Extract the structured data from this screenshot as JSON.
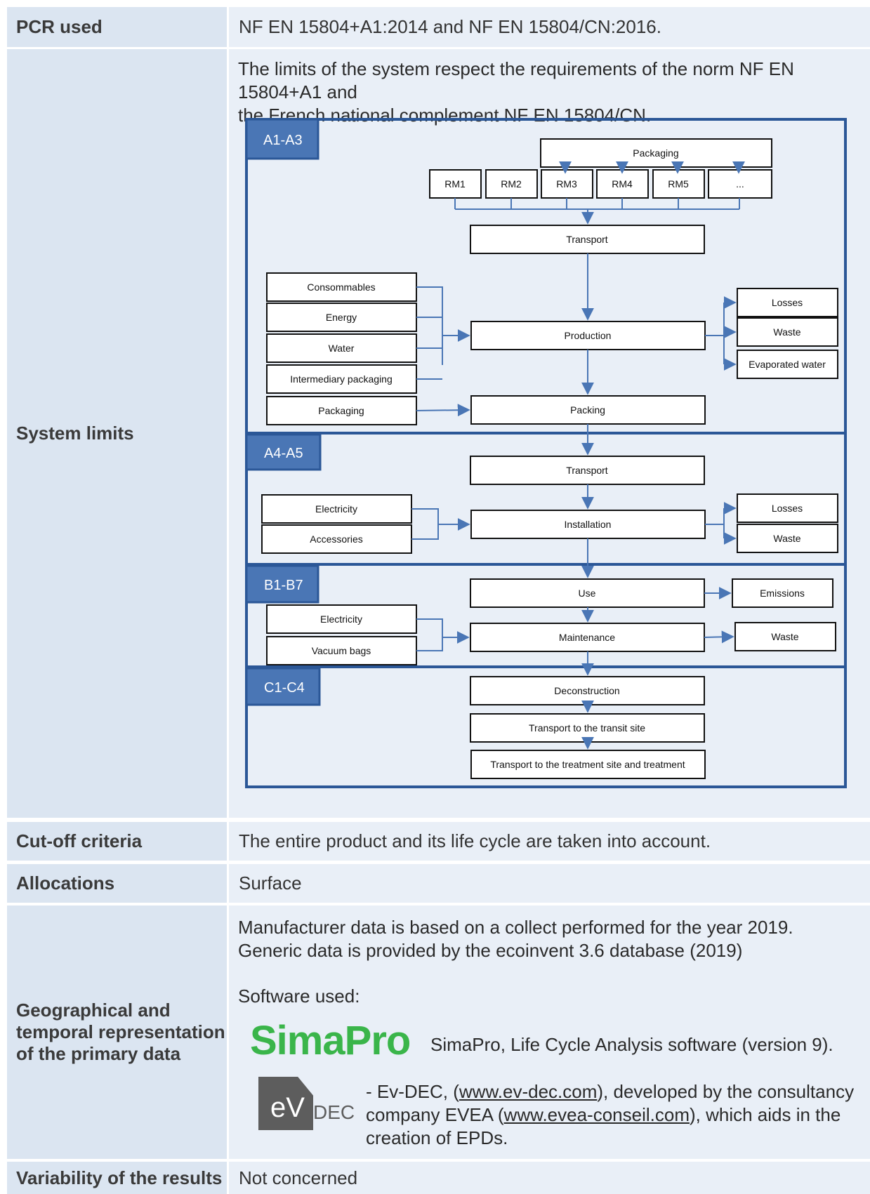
{
  "rows": {
    "pcr": {
      "label": "PCR used",
      "value": "NF EN 15804+A1:2014 and NF EN 15804/CN:2016."
    },
    "system": {
      "label": "System limits",
      "text_line1": "The limits of the system respect the requirements of the norm NF EN 15804+A1 and",
      "text_line2": "the French national complement NF EN 15804/CN."
    },
    "cutoff": {
      "label": "Cut-off criteria",
      "value": "The entire product and its life cycle are taken into account."
    },
    "alloc": {
      "label": "Allocations",
      "value": "Surface"
    },
    "geo": {
      "label_line1": "Geographical and",
      "label_line2": "temporal representation",
      "label_line3": "of the primary data",
      "line1": "Manufacturer data is based on a collect performed for the year 2019.",
      "line2": "Generic data is provided by the ecoinvent 3.6 database (2019)",
      "software_label": "Software used:",
      "simapro_logo": "SimaPro",
      "simapro_text": "SimaPro, Life Cycle Analysis software (version 9).",
      "evdec_logo_ev": "eV",
      "evdec_logo_dec": "DEC",
      "evdec_a": "- Ev-DEC, (",
      "evdec_link1": "www.ev-dec.com",
      "evdec_b": "), developed by the consultancy",
      "evdec_c": "company  EVEA (",
      "evdec_link2": "www.evea-conseil.com",
      "evdec_d": "), which aids in the",
      "evdec_e": "creation of EPDs."
    },
    "variability": {
      "label": "Variability of the results",
      "value": "Not concerned"
    }
  },
  "diagram": {
    "stages": {
      "a1": "A1-A3",
      "a4": "A4-A5",
      "b1": "B1-B7",
      "c1": "C1-C4"
    },
    "a1": {
      "packaging_top": "Packaging",
      "rm": [
        "RM1",
        "RM2",
        "RM3",
        "RM4",
        "RM5",
        "..."
      ],
      "transport": "Transport",
      "inputs": [
        "Consommables",
        "Energy",
        "Water",
        "Intermediary packaging",
        "Packaging"
      ],
      "production": "Production",
      "packing": "Packing",
      "outputs": [
        "Losses",
        "Waste",
        "Evaporated water"
      ]
    },
    "a4": {
      "transport": "Transport",
      "inputs": [
        "Electricity",
        "Accessories"
      ],
      "installation": "Installation",
      "outputs": [
        "Losses",
        "Waste"
      ]
    },
    "b1": {
      "use": "Use",
      "emissions": "Emissions",
      "inputs": [
        "Electricity",
        "Vacuum bags"
      ],
      "maintenance": "Maintenance",
      "waste": "Waste"
    },
    "c1": {
      "deconstruction": "Deconstruction",
      "transit": "Transport to the transit site",
      "treatment": "Transport to the treatment site and treatment"
    }
  },
  "colors": {
    "label_bg": "#dbe5f1",
    "value_bg": "#e9eff7",
    "stage_blue": "#4a76b5",
    "frame": "#2b5797",
    "simapro_green": "#3ab54a"
  }
}
